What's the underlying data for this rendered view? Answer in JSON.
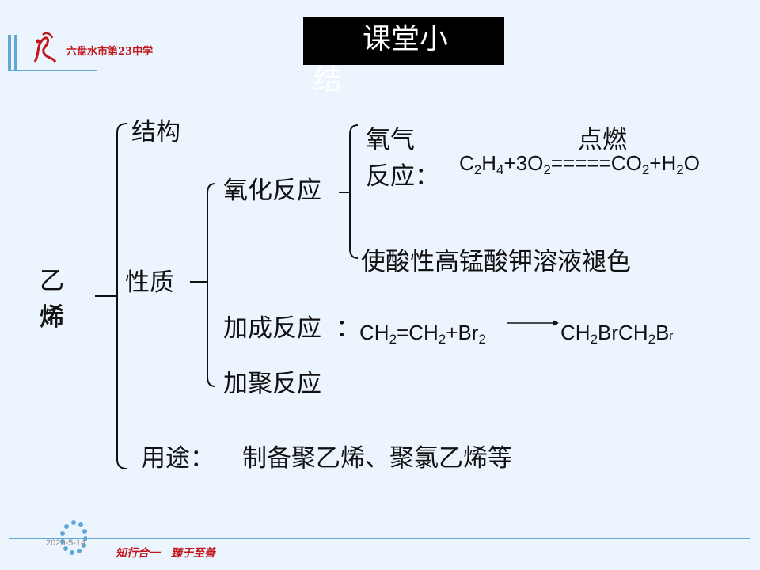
{
  "header": {
    "school_name": "六盘水市第23中学",
    "title_line1": "课堂小",
    "title_line2": "结"
  },
  "root": {
    "char1": "乙",
    "char2": "烯"
  },
  "branches": {
    "structure": "结构",
    "property": "性质",
    "use_label": "用途：",
    "use_text": "制备聚乙烯、聚氯乙烯等"
  },
  "properties": {
    "oxidation": "氧化反应",
    "addition": "加成反应",
    "addition_colon": "：",
    "polymerization": "加聚反应"
  },
  "oxidation": {
    "oxygen_line1": "氧气",
    "oxygen_line2": "反应：",
    "condition": "点燃",
    "kmno4": "使酸性高锰酸钾溶液褪色"
  },
  "equations": {
    "combustion": "C₂H₄+3O₂=====CO₂+H₂O",
    "addition_left": "CH₂=CH₂+Br₂",
    "addition_right": "CH₂BrCH₂Br"
  },
  "footer": {
    "date": "2020-5-14",
    "motto": "知行合一　臻于至善"
  },
  "colors": {
    "accent": "#5fa9d8",
    "brand_red": "#c0161c",
    "background": "#ecf5fd"
  }
}
